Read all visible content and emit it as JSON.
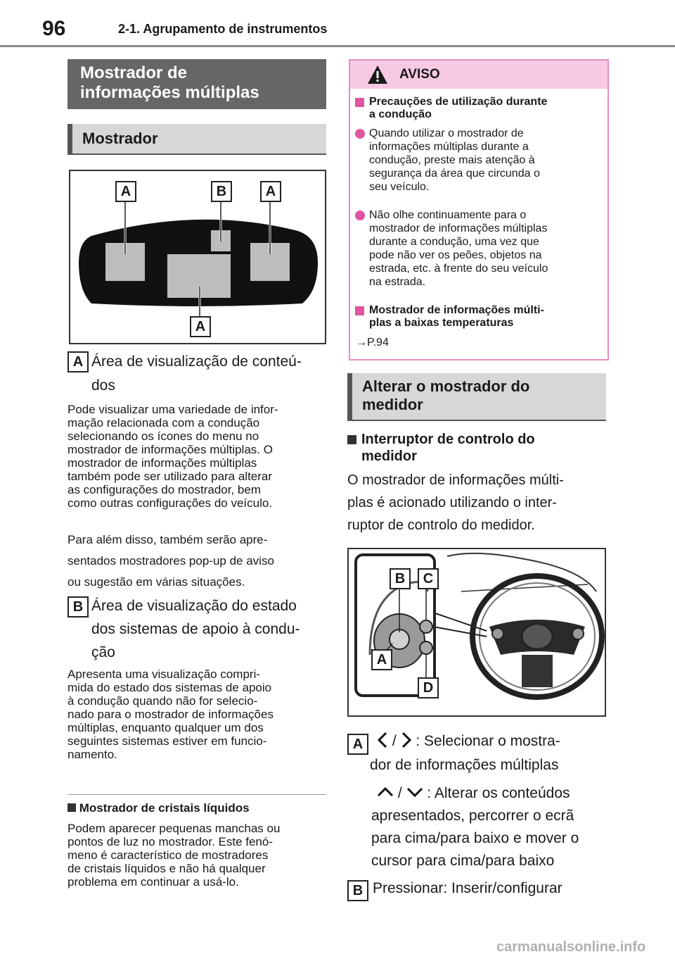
{
  "header": {
    "page_number": "96",
    "section": "2-1. Agrupamento de instrumentos"
  },
  "left": {
    "dark_title": "Mostrador de\ninformações múltiplas",
    "gray_title": "Mostrador",
    "fig_labels": [
      "A",
      "B",
      "A",
      "A"
    ],
    "item_a_label": "A",
    "item_a_title_1": "Área de visualização de conteú-",
    "item_a_title_2": "dos",
    "item_a_body": [
      "Pode visualizar uma variedade de infor-",
      "mação relacionada com a condução",
      "selecionando os ícones do menu no",
      "mostrador de informações múltiplas. O",
      "mostrador de informações múltiplas",
      "também pode ser utilizado para alterar",
      "as configurações do mostrador, bem",
      "como outras configurações do veículo."
    ],
    "item_a_extra": [
      "Para além disso, também serão apre-",
      "sentados mostradores pop-up de aviso",
      "ou sugestão em várias situações."
    ],
    "item_b_label": "B",
    "item_b_title": [
      "Área de visualização do estado",
      "dos sistemas de apoio à condu-",
      "ção"
    ],
    "item_b_body": [
      "Apresenta uma visualização compri-",
      "mida do estado dos sistemas de apoio",
      "à condução quando não for selecio-",
      "nado para o mostrador de informações",
      "múltiplas, enquanto qualquer um dos",
      "seguintes sistemas estiver em funcio-",
      "namento."
    ],
    "lcd_title": "Mostrador de cristais líquidos",
    "lcd_body": [
      "Podem aparecer pequenas manchas ou",
      "pontos de luz no mostrador. Este fenó-",
      "meno é característico de mostradores",
      "de cristais líquidos e não há qualquer",
      "problema em continuar a usá-lo."
    ]
  },
  "warning": {
    "title": "AVISO",
    "sec1_title": [
      "Precauções de utilização durante",
      "a condução"
    ],
    "bullet1": [
      "Quando utilizar o mostrador de",
      "informações múltiplas durante a",
      "condução, preste mais atenção à",
      "segurança da área que circunda o",
      "seu veículo."
    ],
    "bullet2": [
      "Não olhe continuamente para o",
      "mostrador de informações múltiplas",
      "durante a condução, uma vez que",
      "pode não ver os peões, objetos na",
      "estrada, etc. à frente do seu veículo",
      "na estrada."
    ],
    "sec2_title": [
      "Mostrador de informações múlti-",
      "plas a baixas temperaturas"
    ],
    "ref": "→P.94"
  },
  "right": {
    "gray_title": "Alterar o mostrador do\nmedidor",
    "switch_title": [
      "Interruptor de controlo do",
      "medidor"
    ],
    "switch_body": [
      "O mostrador de informações múlti-",
      "plas é acionado utilizando o inter-",
      "ruptor de controlo do medidor."
    ],
    "fig_labels": [
      "B",
      "C",
      "A",
      "D"
    ],
    "item_a_label": "A",
    "item_a_line1": " : Selecionar o mostra-",
    "item_a_line2": "dor de informações múltiplas",
    "item_a_line3": " : Alterar os conteúdos",
    "item_a_more": [
      "apresentados, percorrer o ecrã",
      "para cima/para baixo e mover o",
      "cursor para cima/para baixo"
    ],
    "item_b_label": "B",
    "item_b_text": "Pressionar: Inserir/configurar",
    "slash": "/"
  },
  "footer": {
    "watermark": "carmanualsonline.info"
  }
}
